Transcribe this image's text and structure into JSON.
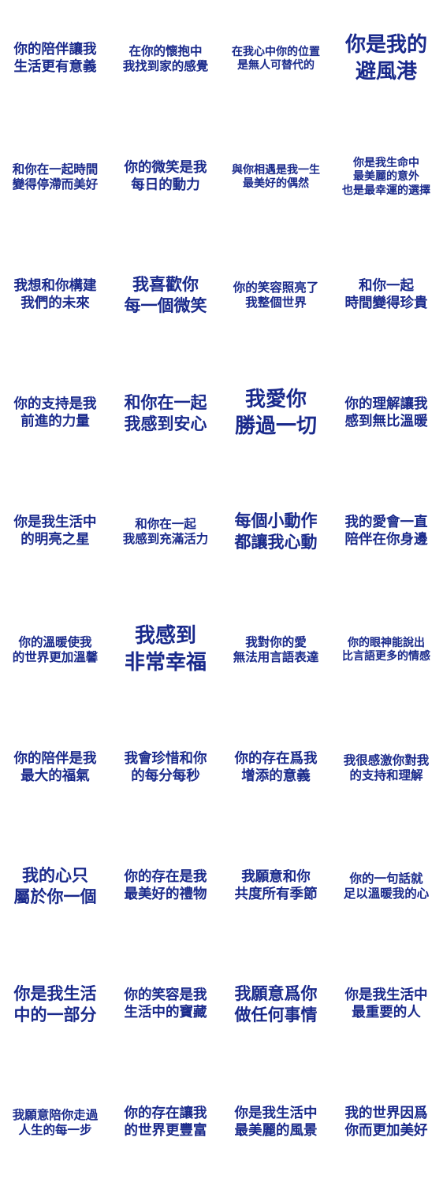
{
  "colors": {
    "text": "#1a2a8c",
    "background": "#ffffff"
  },
  "stickers": [
    {
      "lines": [
        "你的陪伴讓我",
        "生活更有意義"
      ],
      "size": "m"
    },
    {
      "lines": [
        "在你的懷抱中",
        "我找到家的感覺"
      ],
      "size": "s"
    },
    {
      "lines": [
        "在我心中你的位置",
        "是無人可替代的"
      ],
      "size": "xs"
    },
    {
      "lines": [
        "你是我的",
        "避風港"
      ],
      "size": "xl"
    },
    {
      "lines": [
        "和你在一起時間",
        "變得停滯而美好"
      ],
      "size": "s"
    },
    {
      "lines": [
        "你的微笑是我",
        "每日的動力"
      ],
      "size": "m"
    },
    {
      "lines": [
        "與你相遇是我一生",
        "最美好的偶然"
      ],
      "size": "xs"
    },
    {
      "lines": [
        "你是我生命中",
        "最美麗的意外",
        "也是最幸運的選擇"
      ],
      "size": "xs"
    },
    {
      "lines": [
        "我想和你構建",
        "我們的未來"
      ],
      "size": "m"
    },
    {
      "lines": [
        "我喜歡你",
        "每一個微笑"
      ],
      "size": "l"
    },
    {
      "lines": [
        "你的笑容照亮了",
        "我整個世界"
      ],
      "size": "s"
    },
    {
      "lines": [
        "和你一起",
        "時間變得珍貴"
      ],
      "size": "m"
    },
    {
      "lines": [
        "你的支持是我",
        "前進的力量"
      ],
      "size": "m"
    },
    {
      "lines": [
        "和你在一起",
        "我感到安心"
      ],
      "size": "l"
    },
    {
      "lines": [
        "我愛你",
        "勝過一切"
      ],
      "size": "xl"
    },
    {
      "lines": [
        "你的理解讓我",
        "感到無比溫暖"
      ],
      "size": "m"
    },
    {
      "lines": [
        "你是我生活中",
        "的明亮之星"
      ],
      "size": "m"
    },
    {
      "lines": [
        "和你在一起",
        "我感到充滿活力"
      ],
      "size": "s"
    },
    {
      "lines": [
        "每個小動作",
        "都讓我心動"
      ],
      "size": "l"
    },
    {
      "lines": [
        "我的愛會一直",
        "陪伴在你身邊"
      ],
      "size": "m"
    },
    {
      "lines": [
        "你的溫暖使我",
        "的世界更加溫馨"
      ],
      "size": "s"
    },
    {
      "lines": [
        "我感到",
        "非常幸福"
      ],
      "size": "xl"
    },
    {
      "lines": [
        "我對你的愛",
        "無法用言語表達"
      ],
      "size": "s"
    },
    {
      "lines": [
        "你的眼神能說出",
        "比言語更多的情感"
      ],
      "size": "xs"
    },
    {
      "lines": [
        "你的陪伴是我",
        "最大的福氣"
      ],
      "size": "m"
    },
    {
      "lines": [
        "我會珍惜和你",
        "的每分每秒"
      ],
      "size": "m"
    },
    {
      "lines": [
        "你的存在爲我",
        "增添的意義"
      ],
      "size": "m"
    },
    {
      "lines": [
        "我很感激你對我",
        "的支持和理解"
      ],
      "size": "s"
    },
    {
      "lines": [
        "我的心只",
        "屬於你一個"
      ],
      "size": "l"
    },
    {
      "lines": [
        "你的存在是我",
        "最美好的禮物"
      ],
      "size": "m"
    },
    {
      "lines": [
        "我願意和你",
        "共度所有季節"
      ],
      "size": "m"
    },
    {
      "lines": [
        "你的一句話就",
        "足以溫暖我的心"
      ],
      "size": "s"
    },
    {
      "lines": [
        "你是我生活",
        "中的一部分"
      ],
      "size": "l"
    },
    {
      "lines": [
        "你的笑容是我",
        "生活中的寶藏"
      ],
      "size": "m"
    },
    {
      "lines": [
        "我願意爲你",
        "做任何事情"
      ],
      "size": "l"
    },
    {
      "lines": [
        "你是我生活中",
        "最重要的人"
      ],
      "size": "m"
    },
    {
      "lines": [
        "我願意陪你走過",
        "人生的每一步"
      ],
      "size": "s"
    },
    {
      "lines": [
        "你的存在讓我",
        "的世界更豐富"
      ],
      "size": "m"
    },
    {
      "lines": [
        "你是我生活中",
        "最美麗的風景"
      ],
      "size": "m"
    },
    {
      "lines": [
        "我的世界因爲",
        "你而更加美好"
      ],
      "size": "m"
    }
  ]
}
